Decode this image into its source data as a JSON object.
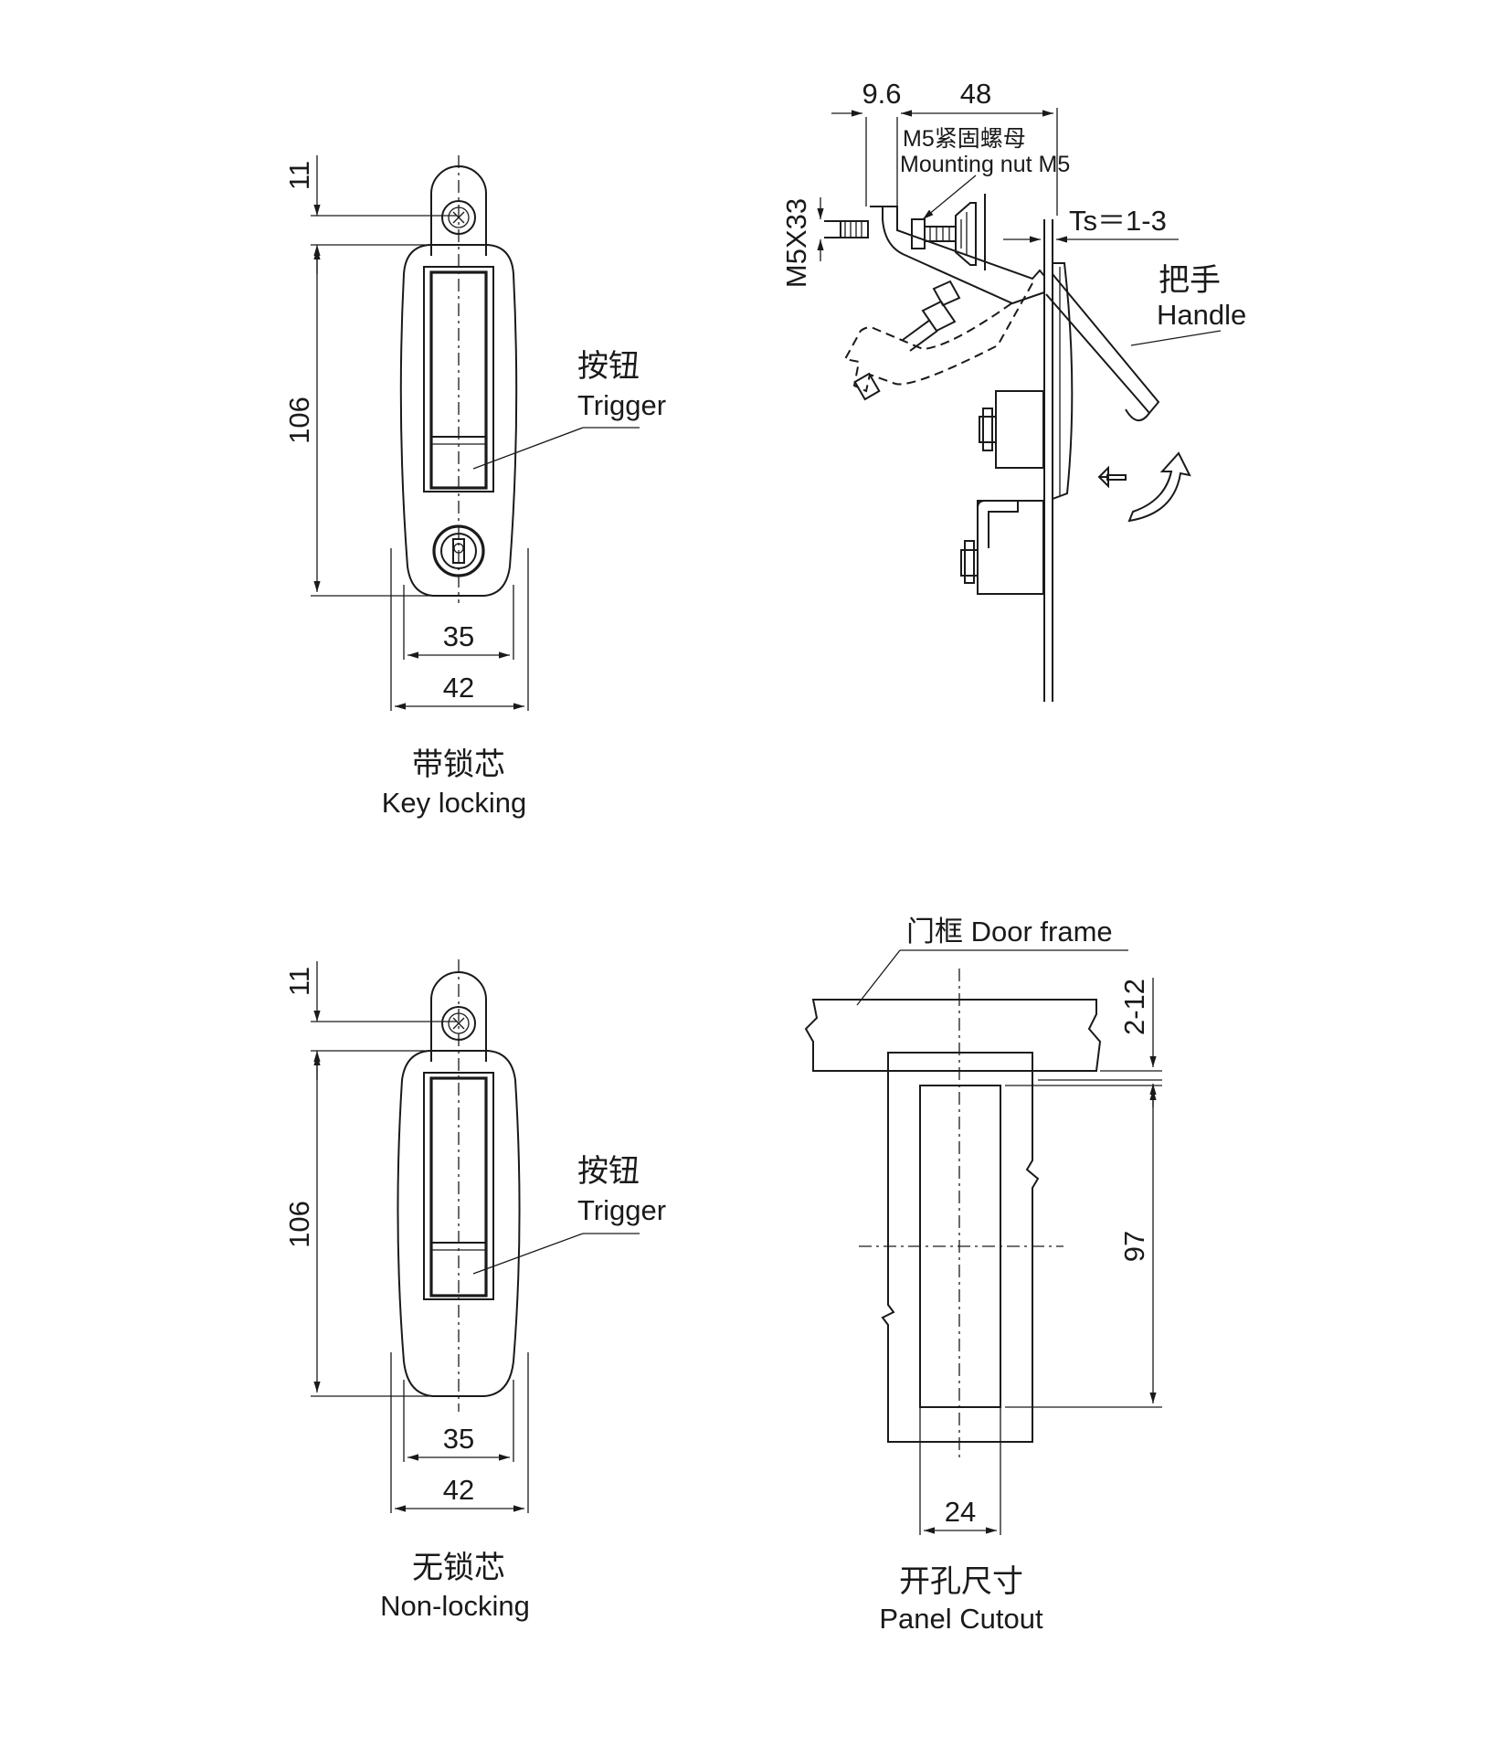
{
  "colors": {
    "line": "#1a1a1a",
    "background": "#ffffff"
  },
  "views": {
    "key_locking": {
      "title_cn": "带锁芯",
      "title_en": "Key locking",
      "trigger_cn": "按钮",
      "trigger_en": "Trigger",
      "dim_top": "11",
      "dim_height": "106",
      "dim_inner_width": "35",
      "dim_outer_width": "42"
    },
    "non_locking": {
      "title_cn": "无锁芯",
      "title_en": "Non-locking",
      "trigger_cn": "按钮",
      "trigger_en": "Trigger",
      "dim_top": "11",
      "dim_height": "106",
      "dim_inner_width": "35",
      "dim_outer_width": "42"
    },
    "side": {
      "dim_offset": "9.6",
      "dim_length": "48",
      "nut_cn": "M5紧固螺母",
      "nut_en": "Mounting nut M5",
      "bolt": "M5X33",
      "thickness": "Ts＝1-3",
      "handle_cn": "把手",
      "handle_en": "Handle"
    },
    "cutout": {
      "title_cn": "开孔尺寸",
      "title_en": "Panel Cutout",
      "frame_label": "门框 Door frame",
      "dim_gap": "2-12",
      "dim_height": "97",
      "dim_width": "24"
    }
  }
}
